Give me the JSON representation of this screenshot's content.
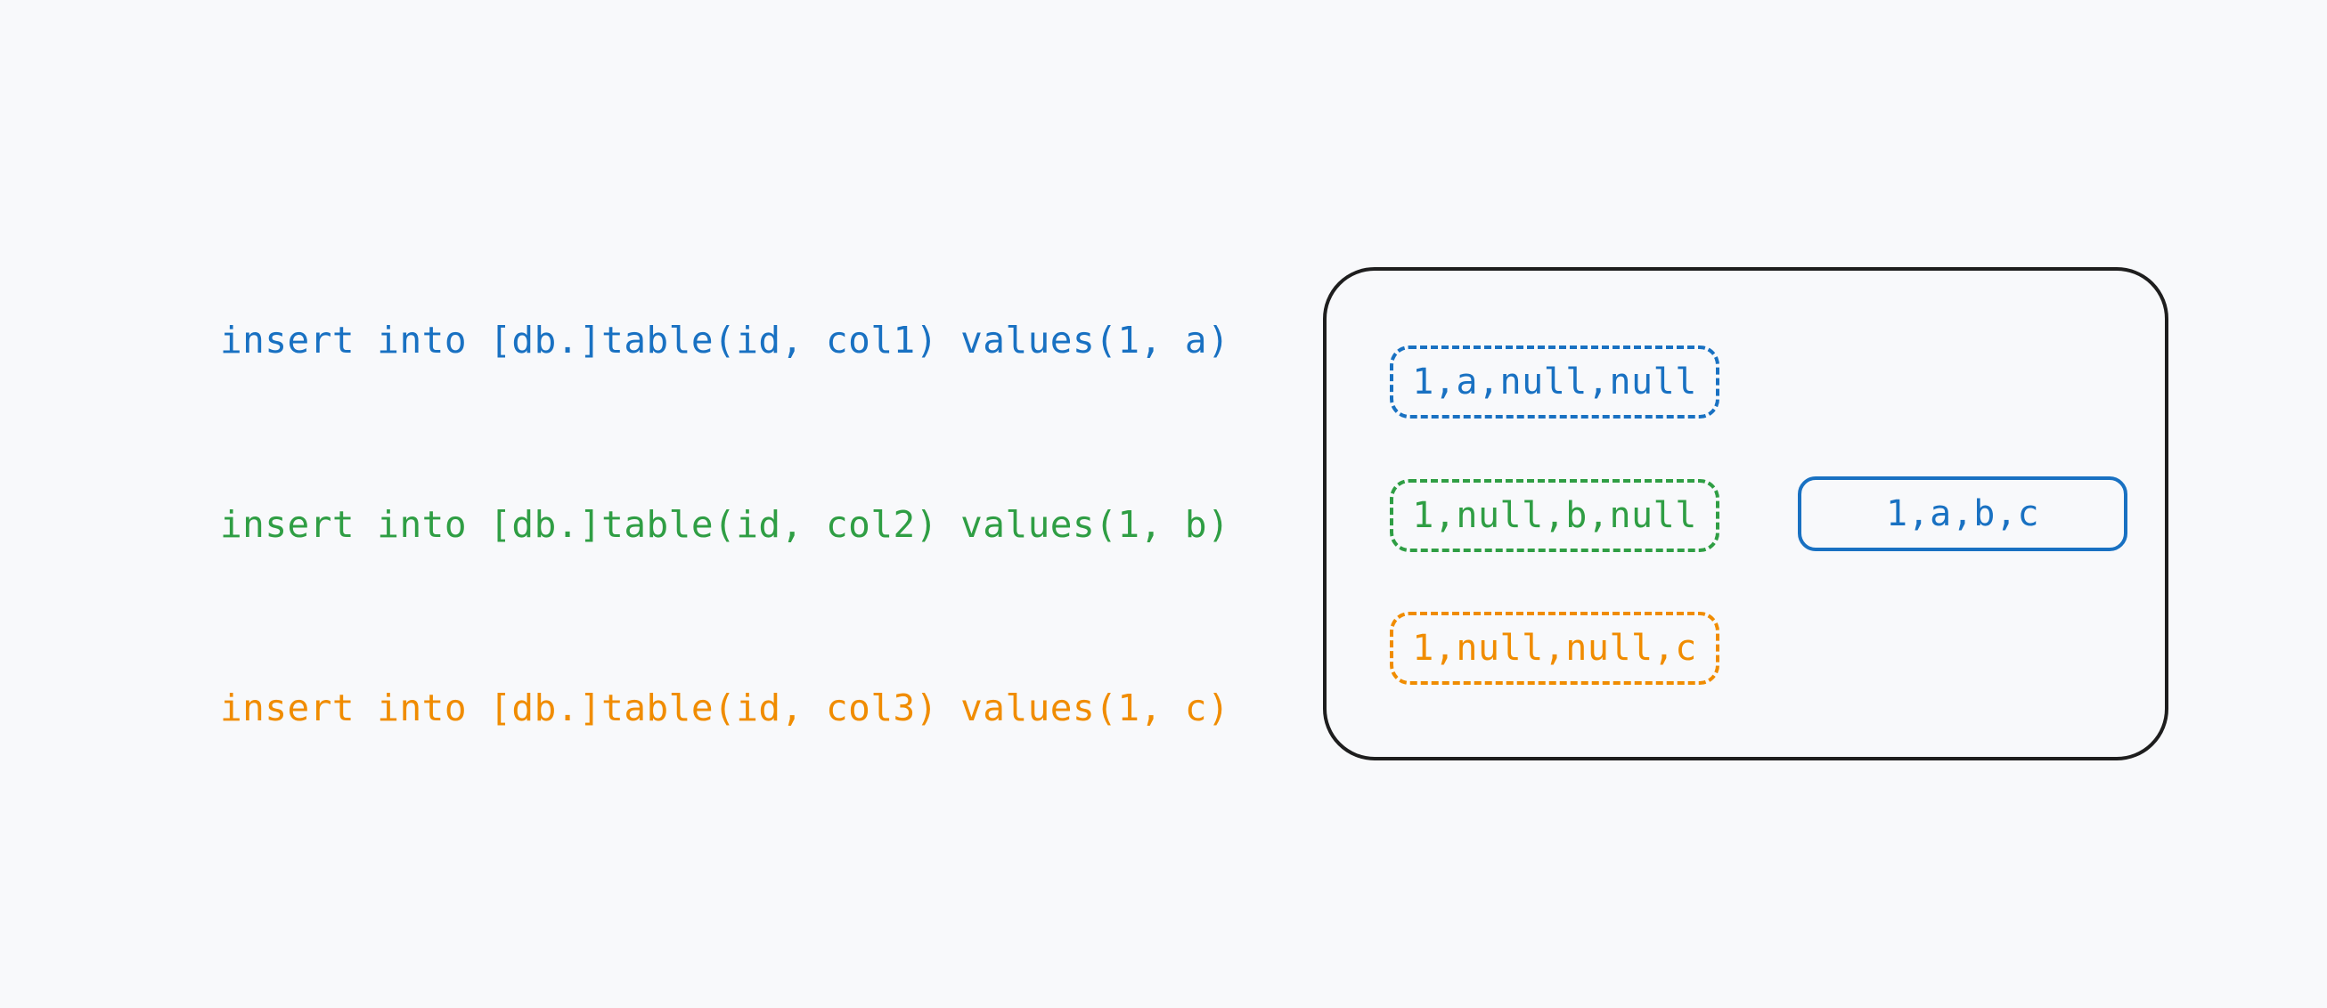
{
  "statements": [
    {
      "text": "insert into [db.]table(id, col1) values(1, a)",
      "color": "#1971c2"
    },
    {
      "text": "insert into [db.]table(id, col2) values(1, b)",
      "color": "#2f9e44"
    },
    {
      "text": "insert into [db.]table(id, col3) values(1, c)",
      "color": "#f08c00"
    }
  ],
  "rows": [
    {
      "text": "1,a,null,null",
      "color": "#1971c2"
    },
    {
      "text": "1,null,b,null",
      "color": "#2f9e44"
    },
    {
      "text": "1,null,null,c",
      "color": "#f08c00"
    }
  ],
  "merged": {
    "text": "1,a,b,c",
    "color": "#1971c2"
  },
  "colors": {
    "background": "#f8f9fb",
    "outline": "#1e1e1e"
  }
}
